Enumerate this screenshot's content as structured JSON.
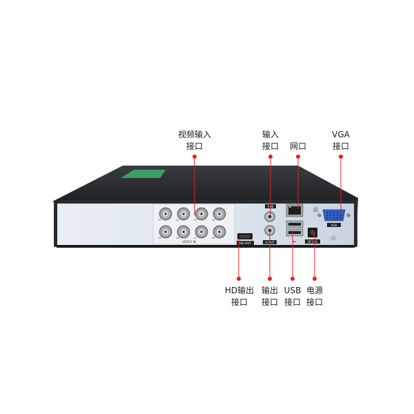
{
  "callouts": {
    "video_in": {
      "line1": "视频输入",
      "line2": "接口"
    },
    "audio_in": {
      "line1": "输入",
      "line2": "接口"
    },
    "network": {
      "line1": "网口",
      "line2": ""
    },
    "vga": {
      "line1": "VGA",
      "line2": "接口"
    },
    "hd_out": {
      "line1": "HD输出",
      "line2": "接口"
    },
    "audio_out": {
      "line1": "输出",
      "line2": "接口"
    },
    "usb": {
      "line1": "USB",
      "line2": "接口"
    },
    "power": {
      "line1": "电源",
      "line2": "接口"
    }
  },
  "panel_labels": {
    "video_in": "VIDEO IN",
    "hd_out": "HD-OUT",
    "audio_in": "A-IN",
    "audio_out": "A-OUT",
    "vga": "VGA",
    "dc": "DC12V",
    "bnc": [
      "V1",
      "V2",
      "V3",
      "V4",
      "V5",
      "V6",
      "V7",
      "V8"
    ]
  },
  "colors": {
    "accent_dot": "#e02020",
    "line": "#e02020",
    "chassis_top": "#2b2d30",
    "panel": "#dfe6ef",
    "vga_blue": "#2f5fc4",
    "sticker": "#3fa96b"
  }
}
